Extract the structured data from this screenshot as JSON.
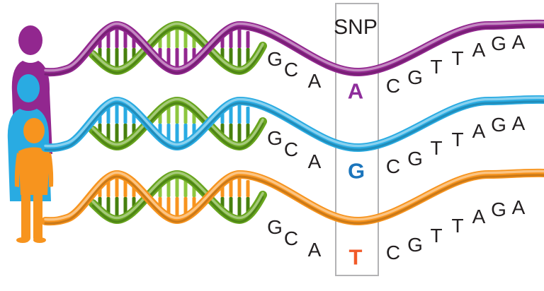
{
  "colors": {
    "purple": "#92278f",
    "blue": "#29abe2",
    "orange": "#f7941e",
    "green": "#68a51e",
    "green_light": "#8dc63f",
    "green_dark": "#47800e",
    "allele_a": "#8e2d9b",
    "allele_g": "#1b75bc",
    "allele_t": "#f15a29",
    "box_border": "#b3b3b5",
    "ink": "#231f20"
  },
  "snp_box": {
    "label": "SNP"
  },
  "rows": [
    {
      "name": "individual-1",
      "color_key": "purple",
      "allele": "A",
      "seq_left": [
        "G",
        "C",
        "A"
      ],
      "seq_right": [
        "C",
        "G",
        "T",
        "T",
        "A",
        "G",
        "A"
      ]
    },
    {
      "name": "individual-2",
      "color_key": "blue",
      "allele": "G",
      "seq_left": [
        "G",
        "C",
        "A"
      ],
      "seq_right": [
        "C",
        "G",
        "T",
        "T",
        "A",
        "G",
        "A"
      ]
    },
    {
      "name": "individual-3",
      "color_key": "orange",
      "allele": "T",
      "seq_left": [
        "G",
        "C",
        "A"
      ],
      "seq_right": [
        "C",
        "G",
        "T",
        "T",
        "A",
        "G",
        "A"
      ]
    }
  ]
}
